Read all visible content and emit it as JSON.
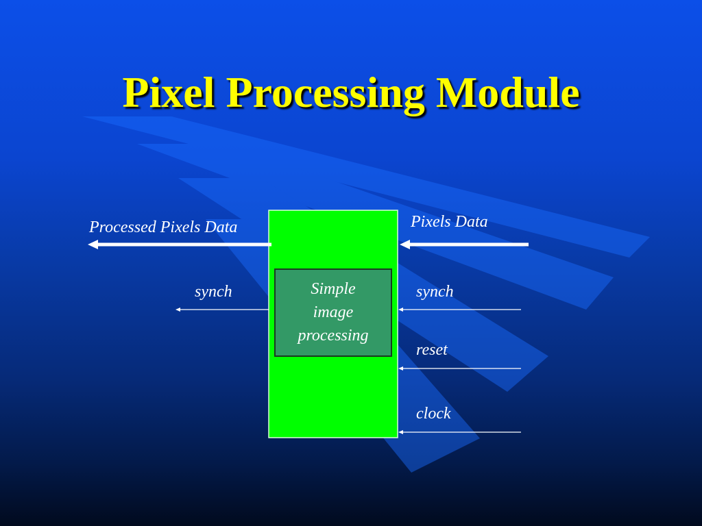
{
  "slide": {
    "title": "Pixel Processing Module"
  },
  "diagram": {
    "module_text": [
      "Simple",
      "image",
      "processing"
    ],
    "left_signals": {
      "processed_pixels_data": "Processed Pixels Data",
      "synch_out": "synch"
    },
    "right_signals": {
      "pixels_data": "Pixels Data",
      "synch_in": "synch",
      "reset": "reset",
      "clock": "clock"
    }
  },
  "colors": {
    "title": "#ffff00",
    "module_fill": "#00ff00",
    "inner_box_fill": "#339966",
    "arrow": "#ffffff"
  }
}
